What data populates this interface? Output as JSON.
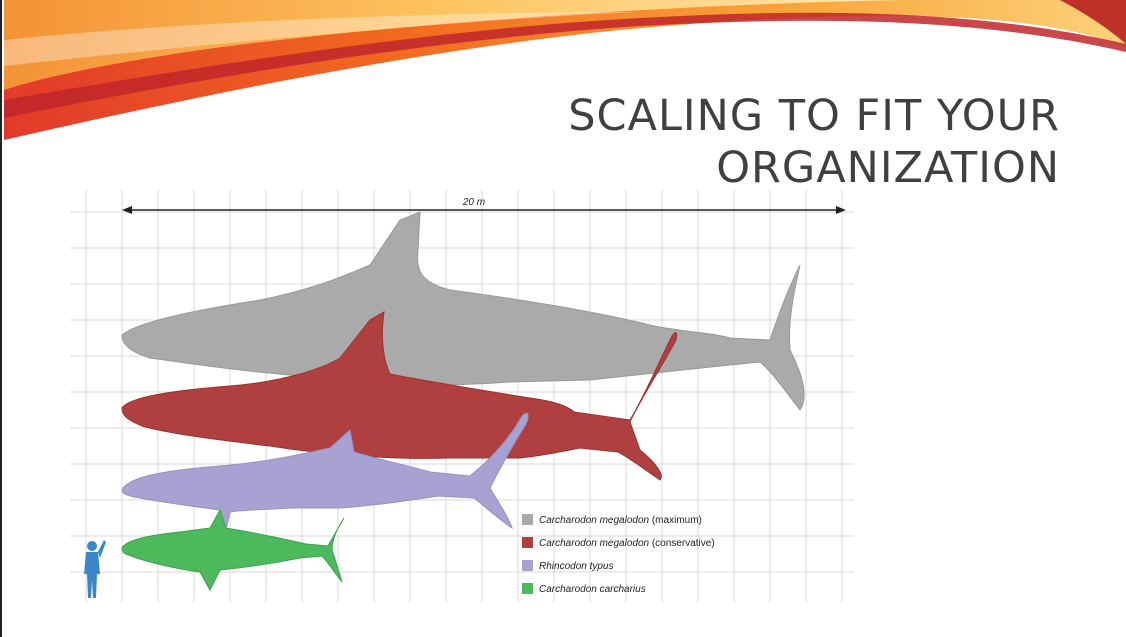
{
  "slide": {
    "title_line1": "SCALING TO FIT YOUR",
    "title_line2": "ORGANIZATION"
  },
  "diagram": {
    "scale_label": "20 m",
    "legend": [
      {
        "species": "Carcharodon megalodon",
        "note": " (maximum)",
        "color": "#aaaaaa"
      },
      {
        "species": "Carcharodon megalodon",
        "note": " (conservative)",
        "color": "#b04040"
      },
      {
        "species": "Rhincodon typus",
        "note": "",
        "color": "#a8a2d2"
      },
      {
        "species": "Carcharodon carcharius",
        "note": "",
        "color": "#4cba5c"
      }
    ],
    "human_color": "#3a86c8"
  },
  "theme": {
    "swoosh_colors": [
      "#e8332a",
      "#f47b20",
      "#fbb040",
      "#ffd86b"
    ]
  }
}
